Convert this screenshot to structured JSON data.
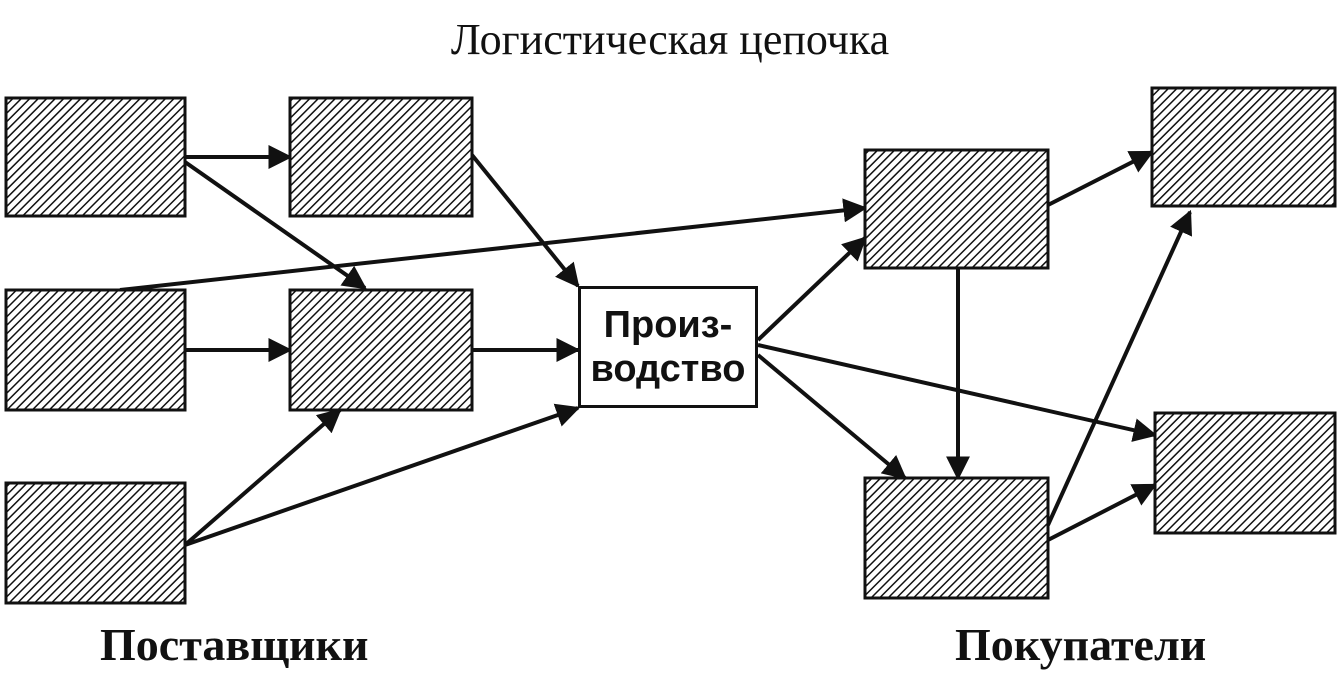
{
  "title": "Логистическая цепочка",
  "production": {
    "line1": "Произ-",
    "line2": "водство"
  },
  "labels": {
    "suppliers": "Поставщики",
    "buyers": "Покупатели"
  },
  "colors": {
    "ink": "#111111",
    "hatch_bg": "#ffffff"
  }
}
